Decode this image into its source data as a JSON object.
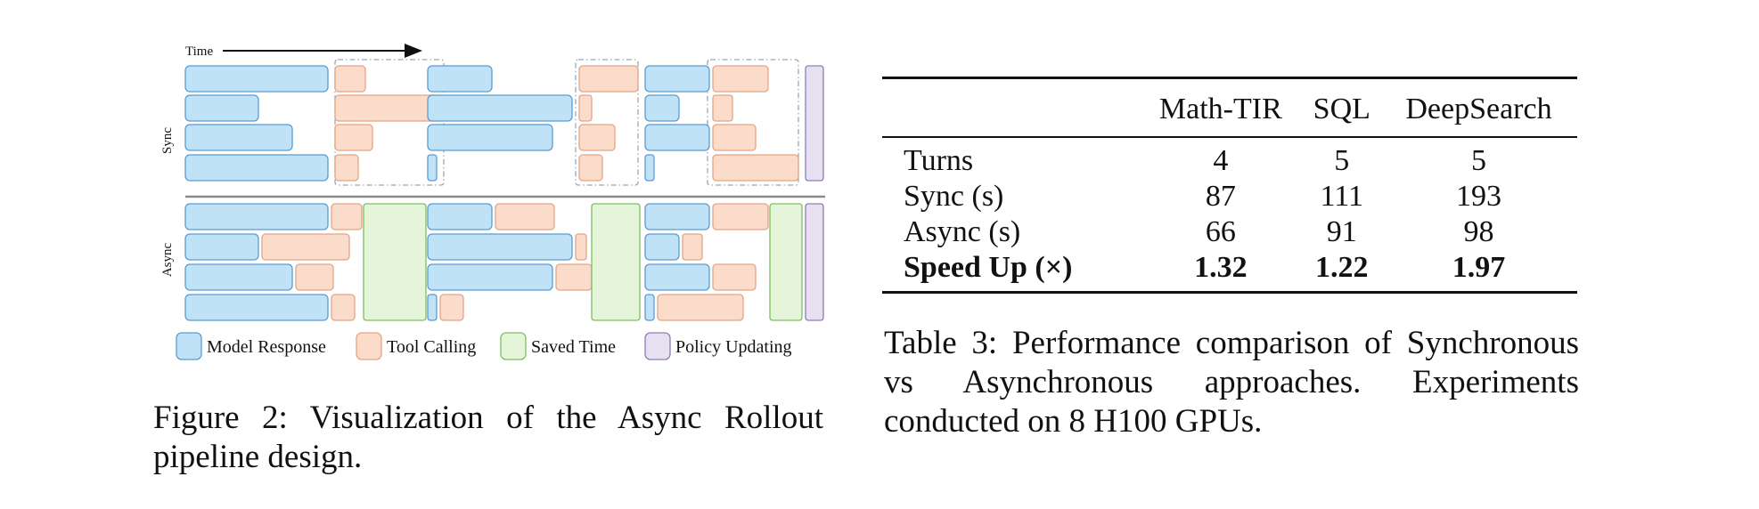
{
  "figure": {
    "time_label": "Time",
    "sync_label": "Sync",
    "async_label": "Async",
    "legend": [
      {
        "label": "Model Response",
        "color": "#bfe2f6",
        "stroke": "#5b9bd1"
      },
      {
        "label": "Tool Calling",
        "color": "#fbdccb",
        "stroke": "#e3a485"
      },
      {
        "label": "Saved Time",
        "color": "#e5f5d9",
        "stroke": "#7cbf5f"
      },
      {
        "label": "Policy Updating",
        "color": "#e6e0f1",
        "stroke": "#8e7cb6"
      }
    ],
    "caption": "Figure 2: Visualization of the Async Rollout pipeline design."
  },
  "table": {
    "headers": [
      "",
      "Math-TIR",
      "SQL",
      "DeepSearch"
    ],
    "rows": [
      {
        "label": "Turns",
        "values": [
          "4",
          "5",
          "5"
        ],
        "bold": false
      },
      {
        "label": "Sync (s)",
        "values": [
          "87",
          "111",
          "193"
        ],
        "bold": false
      },
      {
        "label": "Async (s)",
        "values": [
          "66",
          "91",
          "98"
        ],
        "bold": false
      },
      {
        "label": "Speed Up (×)",
        "values": [
          "1.32",
          "1.22",
          "1.97"
        ],
        "bold": true
      }
    ],
    "caption": "Table 3: Performance comparison of Synchronous vs Asynchronous approaches. Experiments conducted on 8 H100 GPUs."
  }
}
